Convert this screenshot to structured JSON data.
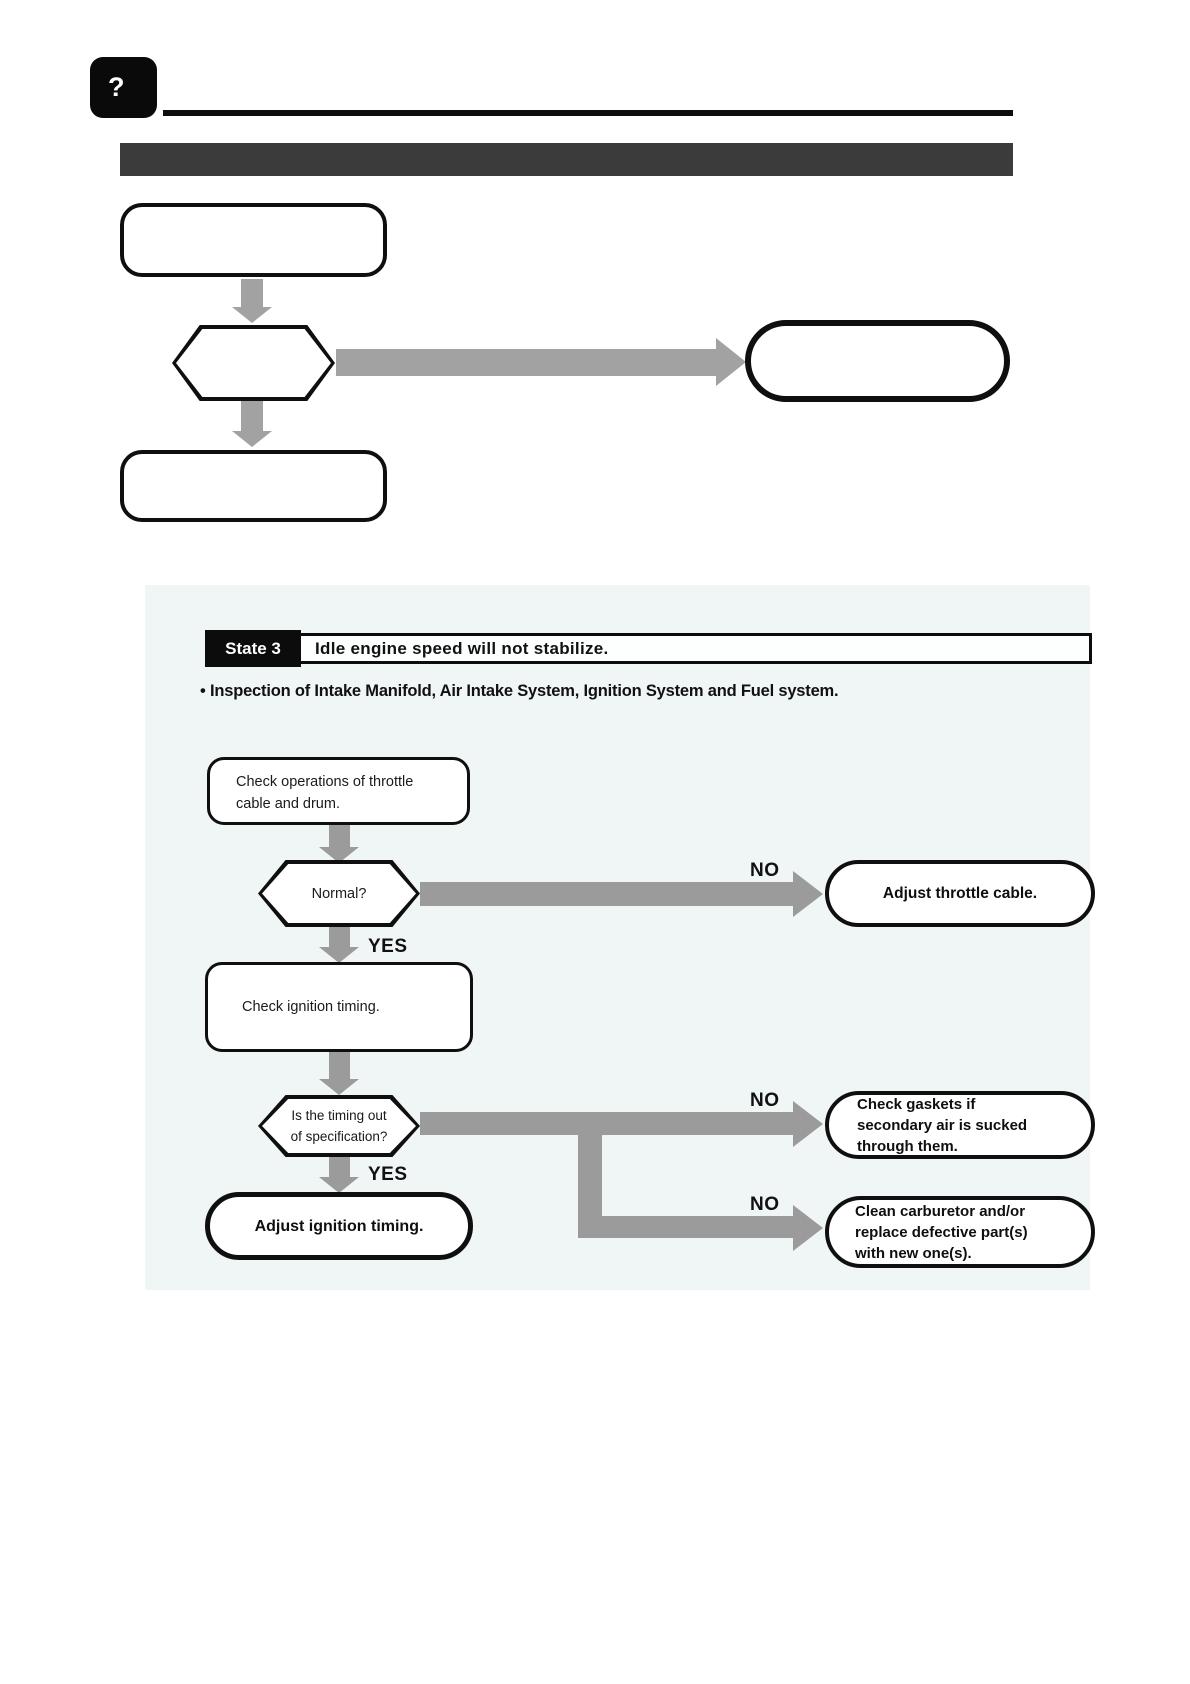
{
  "header": {
    "help_label": "?"
  },
  "panel": {
    "state_label": "State 3",
    "title": "Idle engine speed will not stabilize.",
    "bullet": "• Inspection of Intake Manifold, Air Intake System, Ignition System and Fuel system.",
    "labels": {
      "yes": "YES",
      "no": "NO"
    },
    "nodes": {
      "check_throttle": {
        "lines": [
          "Check operations of throttle",
          "cable and drum."
        ]
      },
      "normal_q": {
        "text": "Normal?"
      },
      "adjust_throttle": {
        "text": "Adjust throttle cable."
      },
      "check_ignition": {
        "text": "Check ignition timing."
      },
      "timing_q": {
        "lines": [
          "Is the timing out",
          "of specification?"
        ]
      },
      "adjust_ignition": {
        "text": "Adjust ignition timing."
      },
      "check_gaskets": {
        "lines": [
          "Check gaskets if",
          "secondary air is sucked",
          "through them."
        ]
      },
      "clean_carburetor": {
        "lines": [
          "Clean carburetor and/or",
          "replace defective part(s)",
          "with new one(s)."
        ]
      }
    },
    "colors": {
      "arrow_gray": "#9b9b9b",
      "template_arrow_gray": "#a2a2a2",
      "panel_background": "#f0f5f6",
      "section_bar": "#3b3b3b",
      "ink": "#111111"
    }
  }
}
